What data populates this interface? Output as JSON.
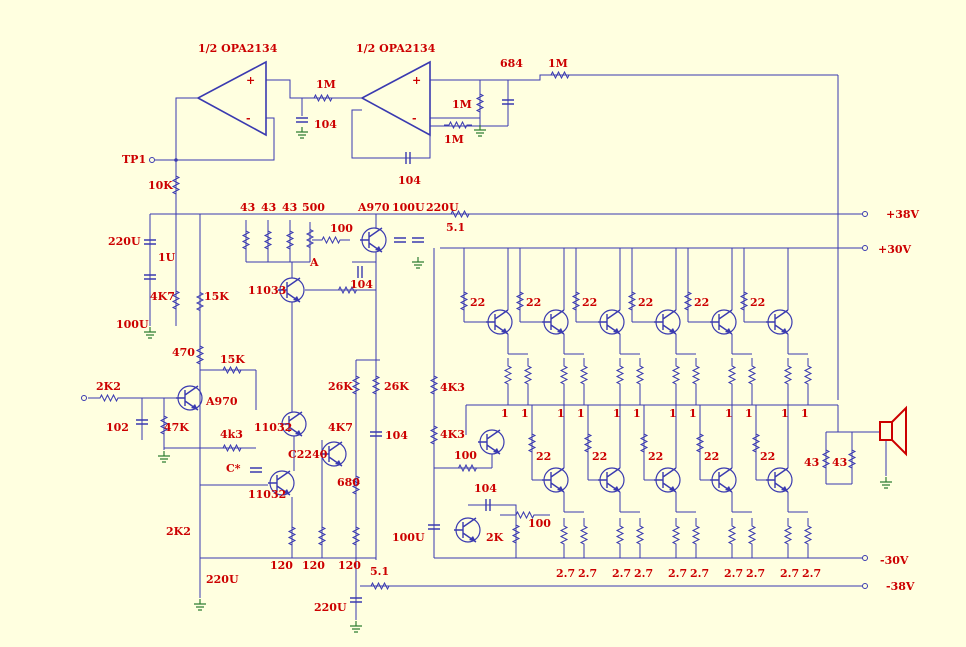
{
  "colors": {
    "background": "#FFFFE0",
    "wire": "#3A3AB0",
    "label": "#CC0000",
    "ground": "#2E7D32",
    "speaker": "#CC0000"
  },
  "opamps": [
    {
      "label": "1/2 OPA2134",
      "plus": "+",
      "minus": "-"
    },
    {
      "label": "1/2 OPA2134",
      "plus": "+",
      "minus": "-"
    }
  ],
  "rails": {
    "pos38": "+38V",
    "pos30": "+30V",
    "neg30": "-30V",
    "neg38": "-38V"
  },
  "input": {
    "test_point": "TP1",
    "node_a": "A"
  },
  "labels": [
    {
      "text": "1M"
    },
    {
      "text": "104"
    },
    {
      "text": "684"
    },
    {
      "text": "1M"
    },
    {
      "text": "1M"
    },
    {
      "text": "1M"
    },
    {
      "text": "104"
    },
    {
      "text": "10K"
    },
    {
      "text": "43"
    },
    {
      "text": "43"
    },
    {
      "text": "43"
    },
    {
      "text": "500"
    },
    {
      "text": "A970"
    },
    {
      "text": "100U"
    },
    {
      "text": "220U"
    },
    {
      "text": "5.1"
    },
    {
      "text": "100"
    },
    {
      "text": "220U"
    },
    {
      "text": "1U"
    },
    {
      "text": "11033"
    },
    {
      "text": "104"
    },
    {
      "text": "4K7"
    },
    {
      "text": "15K"
    },
    {
      "text": "100U"
    },
    {
      "text": "470"
    },
    {
      "text": "15K"
    },
    {
      "text": "2K2"
    },
    {
      "text": "A970"
    },
    {
      "text": "102"
    },
    {
      "text": "47K"
    },
    {
      "text": "11032"
    },
    {
      "text": "4k3"
    },
    {
      "text": "C2240"
    },
    {
      "text": "4K7"
    },
    {
      "text": "C*"
    },
    {
      "text": "11032"
    },
    {
      "text": "26K"
    },
    {
      "text": "26K"
    },
    {
      "text": "104"
    },
    {
      "text": "680"
    },
    {
      "text": "2K2"
    },
    {
      "text": "220U"
    },
    {
      "text": "120"
    },
    {
      "text": "120"
    },
    {
      "text": "120"
    },
    {
      "text": "5.1"
    },
    {
      "text": "220U"
    },
    {
      "text": "4K3"
    },
    {
      "text": "4K3"
    },
    {
      "text": "100"
    },
    {
      "text": "104"
    },
    {
      "text": "100"
    },
    {
      "text": "2K"
    },
    {
      "text": "100U"
    },
    {
      "text": "43"
    },
    {
      "text": "43"
    }
  ],
  "output_stage": {
    "upper_base_resistor": "22",
    "lower_base_resistor": "22",
    "emitter_resistor": "1",
    "lower_emitter_resistor": "2.7",
    "pairs": 6,
    "lower_devices": 5
  }
}
